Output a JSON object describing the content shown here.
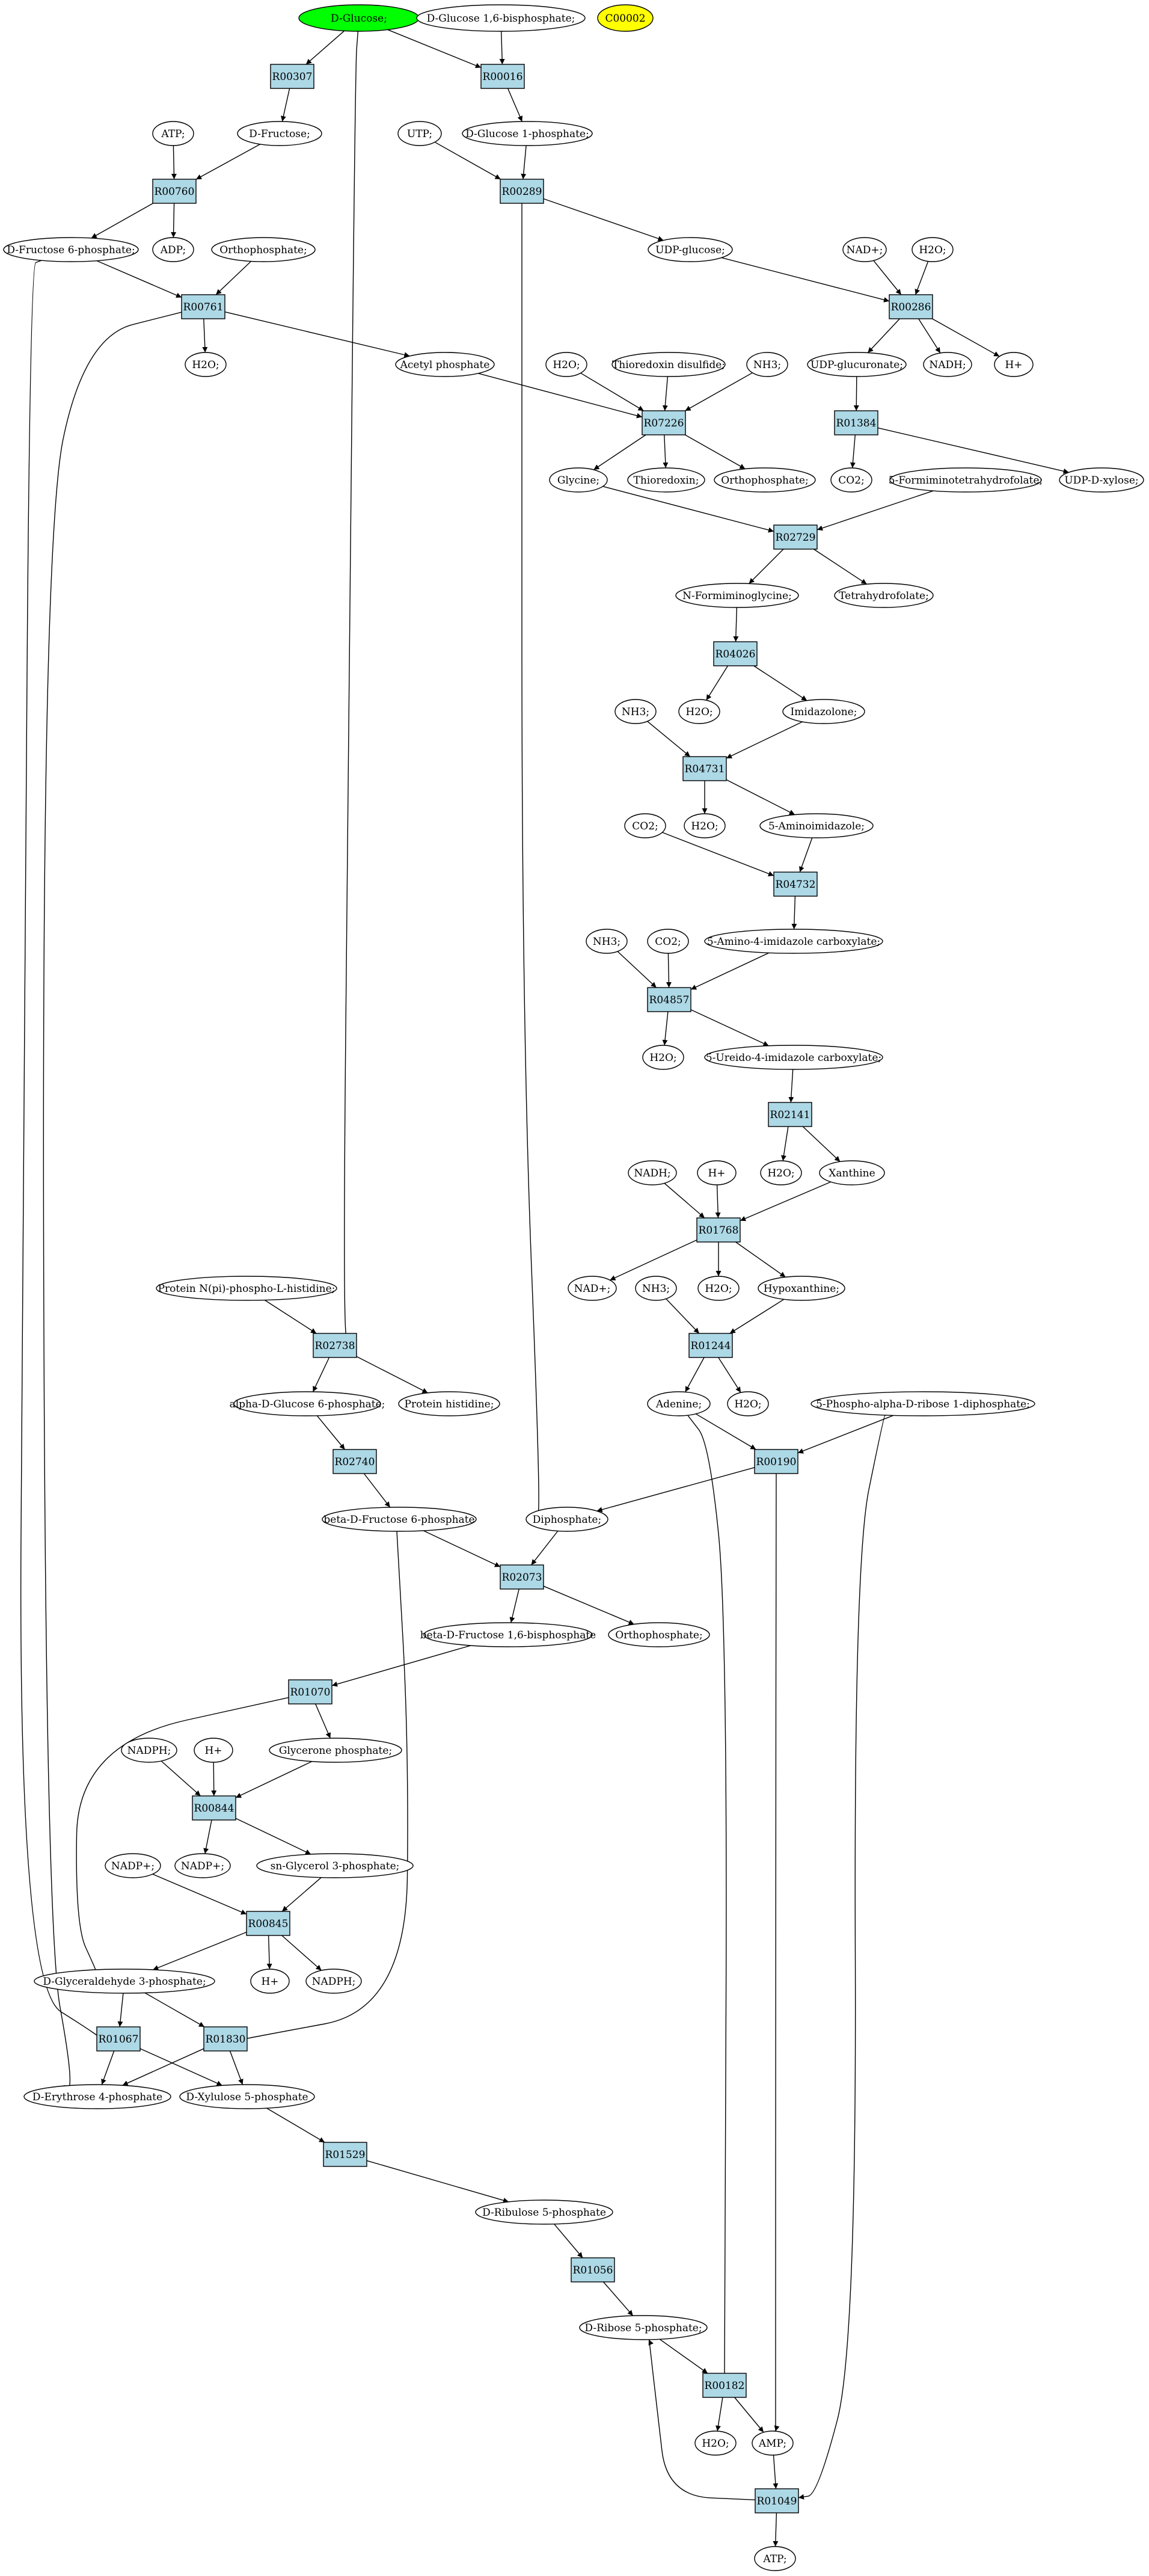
{
  "colors": {
    "reaction_fill": "#add8e6",
    "highlight_start": "#00ff00",
    "highlight_extra": "#ffff00",
    "compound_fill": "#ffffff",
    "stroke": "#000000"
  },
  "compounds": [
    {
      "id": "glc",
      "label": "D-Glucose;",
      "highlight": "start"
    },
    {
      "id": "glc16bp",
      "label": "D-Glucose 1,6-bisphosphate;"
    },
    {
      "id": "c00002",
      "label": "C00002",
      "highlight": "extra"
    },
    {
      "id": "fru",
      "label": "D-Fructose;"
    },
    {
      "id": "g1p",
      "label": "D-Glucose 1-phosphate;"
    },
    {
      "id": "atp1",
      "label": "ATP;"
    },
    {
      "id": "utp",
      "label": "UTP;"
    },
    {
      "id": "f6p",
      "label": "D-Fructose 6-phosphate;"
    },
    {
      "id": "adp",
      "label": "ADP;"
    },
    {
      "id": "pi1",
      "label": "Orthophosphate;"
    },
    {
      "id": "udpglc",
      "label": "UDP-glucose;"
    },
    {
      "id": "nad1",
      "label": "NAD+;"
    },
    {
      "id": "h2o1",
      "label": "H2O;"
    },
    {
      "id": "h2o2",
      "label": "H2O;"
    },
    {
      "id": "acp",
      "label": "Acetyl phosphate"
    },
    {
      "id": "udpglcur",
      "label": "UDP-glucuronate;"
    },
    {
      "id": "nadh1",
      "label": "NADH;"
    },
    {
      "id": "hplus1",
      "label": "H+"
    },
    {
      "id": "h2o3",
      "label": "H2O;"
    },
    {
      "id": "trxss",
      "label": "Thioredoxin disulfide;"
    },
    {
      "id": "nh3a",
      "label": "NH3;"
    },
    {
      "id": "gly",
      "label": "Glycine;"
    },
    {
      "id": "trx",
      "label": "Thioredoxin;"
    },
    {
      "id": "pi2",
      "label": "Orthophosphate;"
    },
    {
      "id": "co2a",
      "label": "CO2;"
    },
    {
      "id": "fthf",
      "label": "5-Formiminotetrahydrofolate;"
    },
    {
      "id": "udpxyl",
      "label": "UDP-D-xylose;"
    },
    {
      "id": "fgly",
      "label": "N-Formiminoglycine;"
    },
    {
      "id": "thf",
      "label": "Tetrahydrofolate;"
    },
    {
      "id": "h2o4",
      "label": "H2O;"
    },
    {
      "id": "imz",
      "label": "Imidazolone;"
    },
    {
      "id": "nh3b",
      "label": "NH3;"
    },
    {
      "id": "h2o5",
      "label": "H2O;"
    },
    {
      "id": "aimz",
      "label": "5-Aminoimidazole;"
    },
    {
      "id": "co2b",
      "label": "CO2;"
    },
    {
      "id": "aicarb",
      "label": "5-Amino-4-imidazole carboxylate;"
    },
    {
      "id": "nh3c",
      "label": "NH3;"
    },
    {
      "id": "co2c",
      "label": "CO2;"
    },
    {
      "id": "h2o6",
      "label": "H2O;"
    },
    {
      "id": "uicarb",
      "label": "5-Ureido-4-imidazole carboxylate;"
    },
    {
      "id": "h2o7",
      "label": "H2O;"
    },
    {
      "id": "xan",
      "label": "Xanthine"
    },
    {
      "id": "nadh2",
      "label": "NADH;"
    },
    {
      "id": "hplus2",
      "label": "H+"
    },
    {
      "id": "nad2",
      "label": "NAD+;"
    },
    {
      "id": "h2o8",
      "label": "H2O;"
    },
    {
      "id": "hyp",
      "label": "Hypoxanthine;"
    },
    {
      "id": "nh3d",
      "label": "NH3;"
    },
    {
      "id": "prohis",
      "label": "Protein N(pi)-phospho-L-histidine;"
    },
    {
      "id": "agp",
      "label": "alpha-D-Glucose 6-phosphate;"
    },
    {
      "id": "prhis",
      "label": "Protein histidine;"
    },
    {
      "id": "ade",
      "label": "Adenine;"
    },
    {
      "id": "h2o9",
      "label": "H2O;"
    },
    {
      "id": "prpp",
      "label": "5-Phospho-alpha-D-ribose 1-diphosphate;"
    },
    {
      "id": "bf6p",
      "label": "beta-D-Fructose 6-phosphate"
    },
    {
      "id": "ppi",
      "label": "Diphosphate;"
    },
    {
      "id": "bfbp",
      "label": "beta-D-Fructose 1,6-bisphosphate"
    },
    {
      "id": "pi3",
      "label": "Orthophosphate;"
    },
    {
      "id": "nadph1",
      "label": "NADPH;"
    },
    {
      "id": "hplus3",
      "label": "H+"
    },
    {
      "id": "dhap",
      "label": "Glycerone phosphate;"
    },
    {
      "id": "nadp1",
      "label": "NADP+;"
    },
    {
      "id": "g3p",
      "label": "sn-Glycerol 3-phosphate;"
    },
    {
      "id": "nadp2",
      "label": "NADP+;"
    },
    {
      "id": "gap",
      "label": "D-Glyceraldehyde 3-phosphate;"
    },
    {
      "id": "hplus4",
      "label": "H+"
    },
    {
      "id": "nadph2",
      "label": "NADPH;"
    },
    {
      "id": "e4p",
      "label": "D-Erythrose 4-phosphate"
    },
    {
      "id": "xu5p",
      "label": "D-Xylulose 5-phosphate"
    },
    {
      "id": "ru5p",
      "label": "D-Ribulose 5-phosphate"
    },
    {
      "id": "r5p",
      "label": "D-Ribose 5-phosphate;"
    },
    {
      "id": "h2o10",
      "label": "H2O;"
    },
    {
      "id": "amp",
      "label": "AMP;"
    },
    {
      "id": "atp2",
      "label": "ATP;"
    }
  ],
  "reactions": [
    {
      "id": "R00307",
      "label": "R00307"
    },
    {
      "id": "R00016",
      "label": "R00016"
    },
    {
      "id": "R00760",
      "label": "R00760"
    },
    {
      "id": "R00289",
      "label": "R00289"
    },
    {
      "id": "R00761",
      "label": "R00761"
    },
    {
      "id": "R00286",
      "label": "R00286"
    },
    {
      "id": "R07226",
      "label": "R07226"
    },
    {
      "id": "R01384",
      "label": "R01384"
    },
    {
      "id": "R02729",
      "label": "R02729"
    },
    {
      "id": "R04026",
      "label": "R04026"
    },
    {
      "id": "R04731",
      "label": "R04731"
    },
    {
      "id": "R04732",
      "label": "R04732"
    },
    {
      "id": "R04857",
      "label": "R04857"
    },
    {
      "id": "R02141",
      "label": "R02141"
    },
    {
      "id": "R01768",
      "label": "R01768"
    },
    {
      "id": "R01244",
      "label": "R01244"
    },
    {
      "id": "R02738",
      "label": "R02738"
    },
    {
      "id": "R00190",
      "label": "R00190"
    },
    {
      "id": "R02740",
      "label": "R02740"
    },
    {
      "id": "R02073",
      "label": "R02073"
    },
    {
      "id": "R01070",
      "label": "R01070"
    },
    {
      "id": "R00844",
      "label": "R00844"
    },
    {
      "id": "R00845",
      "label": "R00845"
    },
    {
      "id": "R01067",
      "label": "R01067"
    },
    {
      "id": "R01830",
      "label": "R01830"
    },
    {
      "id": "R01529",
      "label": "R01529"
    },
    {
      "id": "R01056",
      "label": "R01056"
    },
    {
      "id": "R00182",
      "label": "R00182"
    },
    {
      "id": "R01049",
      "label": "R01049"
    }
  ],
  "edges": [
    [
      "glc",
      "R00307"
    ],
    [
      "glc",
      "R00016"
    ],
    [
      "glc",
      "R02738"
    ],
    [
      "glc16bp",
      "R00016"
    ],
    [
      "R00307",
      "fru"
    ],
    [
      "R00016",
      "g1p"
    ],
    [
      "fru",
      "R00760"
    ],
    [
      "atp1",
      "R00760"
    ],
    [
      "g1p",
      "R00289"
    ],
    [
      "utp",
      "R00289"
    ],
    [
      "R00760",
      "f6p"
    ],
    [
      "R00760",
      "adp"
    ],
    [
      "R00289",
      "udpglc"
    ],
    [
      "R00289",
      "ppi"
    ],
    [
      "f6p",
      "R00761"
    ],
    [
      "pi1",
      "R00761"
    ],
    [
      "f6p",
      "R01067"
    ],
    [
      "udpglc",
      "R00286"
    ],
    [
      "nad1",
      "R00286"
    ],
    [
      "h2o1",
      "R00286"
    ],
    [
      "R00761",
      "h2o2"
    ],
    [
      "R00761",
      "acp"
    ],
    [
      "R00761",
      "e4p"
    ],
    [
      "R00286",
      "udpglcur"
    ],
    [
      "R00286",
      "nadh1"
    ],
    [
      "R00286",
      "hplus1"
    ],
    [
      "acp",
      "R07226"
    ],
    [
      "h2o3",
      "R07226"
    ],
    [
      "trxss",
      "R07226"
    ],
    [
      "nh3a",
      "R07226"
    ],
    [
      "udpglcur",
      "R01384"
    ],
    [
      "R07226",
      "gly"
    ],
    [
      "R07226",
      "trx"
    ],
    [
      "R07226",
      "pi2"
    ],
    [
      "R01384",
      "co2a"
    ],
    [
      "R01384",
      "udpxyl"
    ],
    [
      "gly",
      "R02729"
    ],
    [
      "fthf",
      "R02729"
    ],
    [
      "R02729",
      "fgly"
    ],
    [
      "R02729",
      "thf"
    ],
    [
      "fgly",
      "R04026"
    ],
    [
      "R04026",
      "h2o4"
    ],
    [
      "R04026",
      "imz"
    ],
    [
      "imz",
      "R04731"
    ],
    [
      "nh3b",
      "R04731"
    ],
    [
      "R04731",
      "h2o5"
    ],
    [
      "R04731",
      "aimz"
    ],
    [
      "aimz",
      "R04732"
    ],
    [
      "co2b",
      "R04732"
    ],
    [
      "R04732",
      "aicarb"
    ],
    [
      "aicarb",
      "R04857"
    ],
    [
      "nh3c",
      "R04857"
    ],
    [
      "co2c",
      "R04857"
    ],
    [
      "R04857",
      "h2o6"
    ],
    [
      "R04857",
      "uicarb"
    ],
    [
      "uicarb",
      "R02141"
    ],
    [
      "R02141",
      "h2o7"
    ],
    [
      "R02141",
      "xan"
    ],
    [
      "xan",
      "R01768"
    ],
    [
      "nadh2",
      "R01768"
    ],
    [
      "hplus2",
      "R01768"
    ],
    [
      "R01768",
      "nad2"
    ],
    [
      "R01768",
      "h2o8"
    ],
    [
      "R01768",
      "hyp"
    ],
    [
      "hyp",
      "R01244"
    ],
    [
      "nh3d",
      "R01244"
    ],
    [
      "R01244",
      "ade"
    ],
    [
      "R01244",
      "h2o9"
    ],
    [
      "prohis",
      "R02738"
    ],
    [
      "R02738",
      "agp"
    ],
    [
      "R02738",
      "prhis"
    ],
    [
      "ade",
      "R00190"
    ],
    [
      "prpp",
      "R00190"
    ],
    [
      "ade",
      "R00182"
    ],
    [
      "prpp",
      "R01049"
    ],
    [
      "agp",
      "R02740"
    ],
    [
      "R02740",
      "bf6p"
    ],
    [
      "R00190",
      "ppi"
    ],
    [
      "R00190",
      "amp"
    ],
    [
      "bf6p",
      "R02073"
    ],
    [
      "ppi",
      "R02073"
    ],
    [
      "bf6p",
      "R01830"
    ],
    [
      "R02073",
      "bfbp"
    ],
    [
      "R02073",
      "pi3"
    ],
    [
      "bfbp",
      "R01070"
    ],
    [
      "R01070",
      "dhap"
    ],
    [
      "R01070",
      "gap"
    ],
    [
      "dhap",
      "R00844"
    ],
    [
      "nadph1",
      "R00844"
    ],
    [
      "hplus3",
      "R00844"
    ],
    [
      "R00844",
      "nadp1"
    ],
    [
      "R00844",
      "g3p"
    ],
    [
      "g3p",
      "R00845"
    ],
    [
      "nadp2",
      "R00845"
    ],
    [
      "R00845",
      "gap"
    ],
    [
      "R00845",
      "hplus4"
    ],
    [
      "R00845",
      "nadph2"
    ],
    [
      "gap",
      "R01067"
    ],
    [
      "gap",
      "R01830"
    ],
    [
      "R01067",
      "e4p"
    ],
    [
      "R01067",
      "xu5p"
    ],
    [
      "R01830",
      "e4p"
    ],
    [
      "R01830",
      "xu5p"
    ],
    [
      "xu5p",
      "R01529"
    ],
    [
      "R01529",
      "ru5p"
    ],
    [
      "ru5p",
      "R01056"
    ],
    [
      "R01056",
      "r5p"
    ],
    [
      "r5p",
      "R00182"
    ],
    [
      "R00182",
      "h2o10"
    ],
    [
      "R00182",
      "amp"
    ],
    [
      "amp",
      "R01049"
    ],
    [
      "R01049",
      "atp2"
    ],
    [
      "R01049",
      "r5p"
    ]
  ]
}
